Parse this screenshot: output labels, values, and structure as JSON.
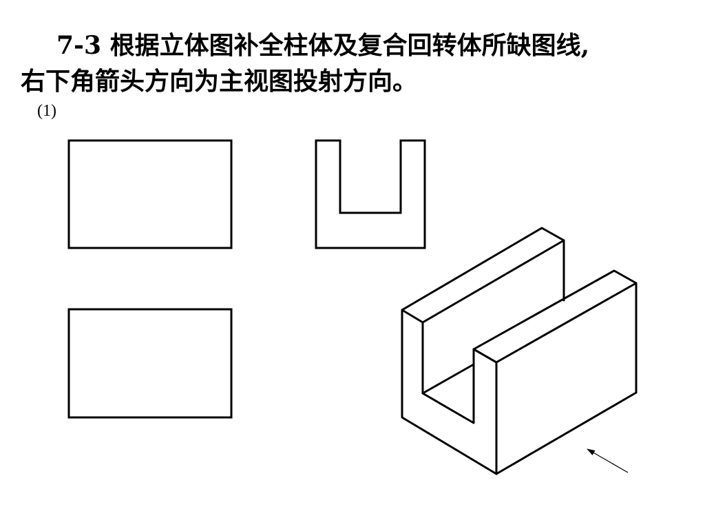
{
  "title": {
    "line1": "7-3  根据立体图补全柱体及复合回转体所缺图线,",
    "line2": "右下角箭头方向为主视图投射方向。"
  },
  "subpart_label": "(1)",
  "colors": {
    "line": "#000000",
    "background": "#ffffff"
  }
}
